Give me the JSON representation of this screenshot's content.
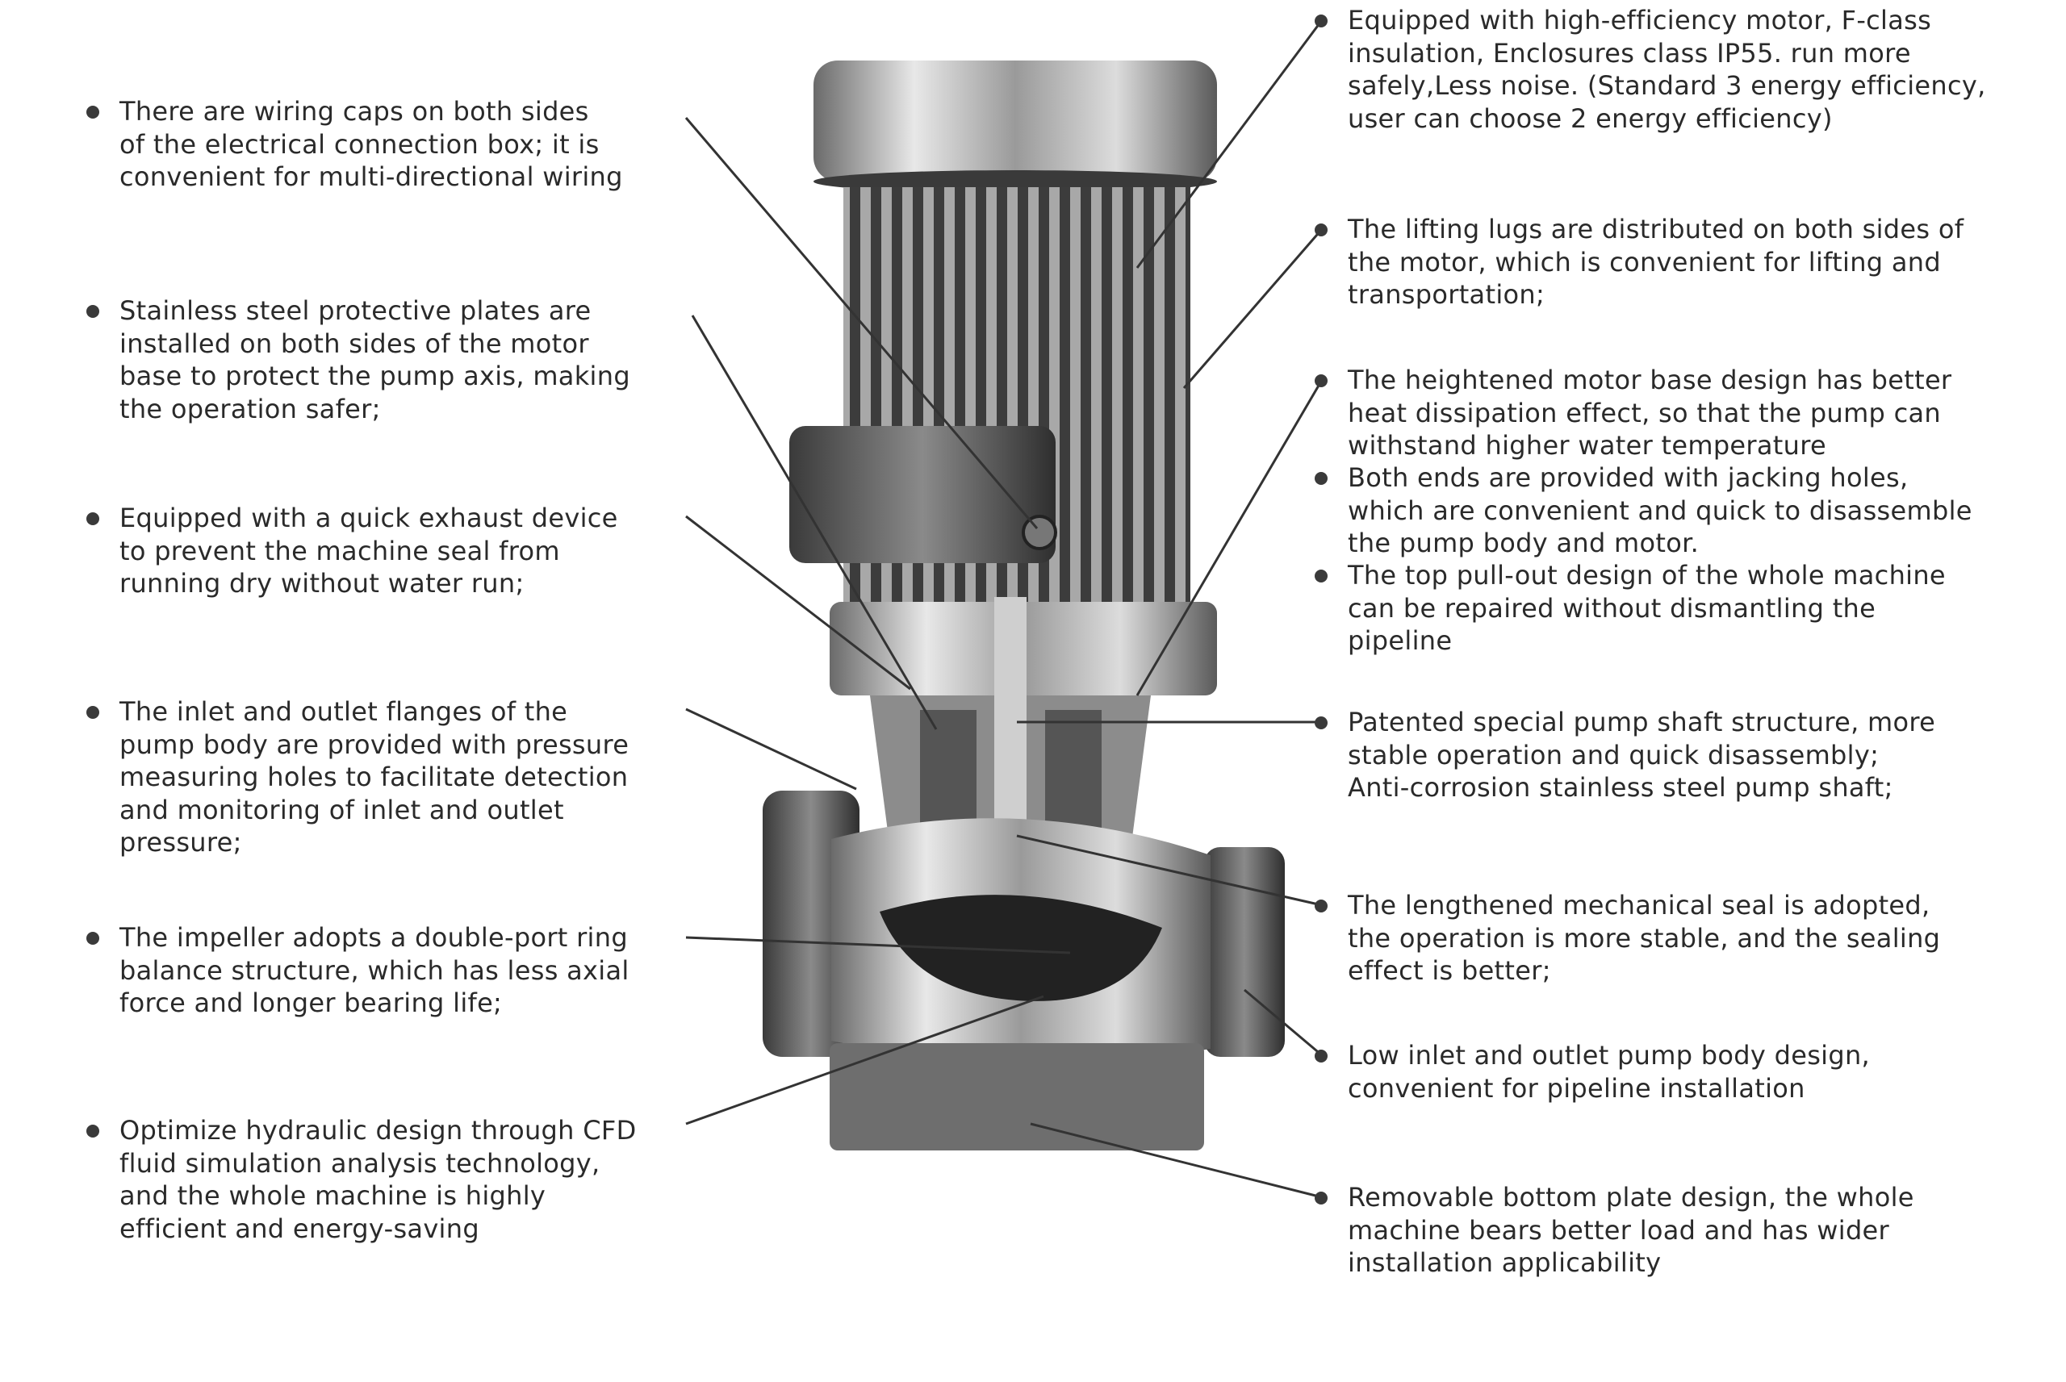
{
  "left_features": [
    {
      "lines": [
        "There are wiring caps on both sides",
        "of the electrical connection box; it is",
        "convenient for multi-directional wiring"
      ]
    },
    {
      "lines": [
        "Stainless steel protective plates are",
        "installed on both sides of the motor",
        "base to protect the pump axis, making",
        "the operation safer;"
      ]
    },
    {
      "lines": [
        "Equipped with a quick exhaust device",
        "to prevent the machine seal from",
        "running dry without water run;"
      ]
    },
    {
      "lines": [
        "The inlet and outlet flanges of the",
        "pump body are provided with pressure",
        "measuring holes to facilitate detection",
        "and monitoring of inlet and outlet",
        "pressure;"
      ]
    },
    {
      "lines": [
        "The impeller adopts a double-port ring",
        "balance structure, which has less axial",
        "force and longer bearing life;"
      ]
    },
    {
      "lines": [
        "Optimize hydraulic design through CFD",
        "fluid simulation analysis technology,",
        "and the whole machine is highly",
        "efficient and energy-saving"
      ]
    }
  ],
  "right_features": [
    {
      "lines": [
        "Equipped with high-efficiency motor, F-class",
        "insulation,  Enclosures class IP55. run more",
        "safely,Less noise. (Standard 3 energy efficiency,",
        "user can choose 2 energy efficiency)"
      ]
    },
    {
      "lines": [
        "The lifting lugs are distributed on both sides of",
        "the motor,  which is convenient for lifting and",
        "transportation;"
      ]
    },
    {
      "lines": [
        "The heightened motor base design has better",
        "heat dissipation effect, so that the pump can",
        "withstand higher water temperature"
      ]
    },
    {
      "lines": [
        "Both ends are provided with jacking holes,",
        "which are convenient and quick to disassemble",
        "the pump body and motor."
      ]
    },
    {
      "lines": [
        "The top pull-out design of the whole machine",
        "can be repaired without dismantling the",
        "pipeline"
      ]
    },
    {
      "lines": [
        "Patented special pump shaft structure, more",
        "stable operation and quick disassembly;",
        "Anti-corrosion stainless steel pump shaft;"
      ]
    },
    {
      "lines": [
        "The lengthened mechanical seal is adopted,",
        "the operation is more stable, and the sealing",
        "effect is better;"
      ]
    },
    {
      "lines": [
        "Low inlet and outlet pump body design,",
        "convenient for pipeline installation"
      ]
    },
    {
      "lines": [
        "Removable bottom plate design, the whole",
        "machine bears better load and has wider",
        "installation applicability"
      ]
    }
  ],
  "colors": {
    "text": "#2a2a2a",
    "leader": "#333333",
    "metal_light": "#d8d8d8",
    "metal_dark": "#4a4a4a"
  }
}
